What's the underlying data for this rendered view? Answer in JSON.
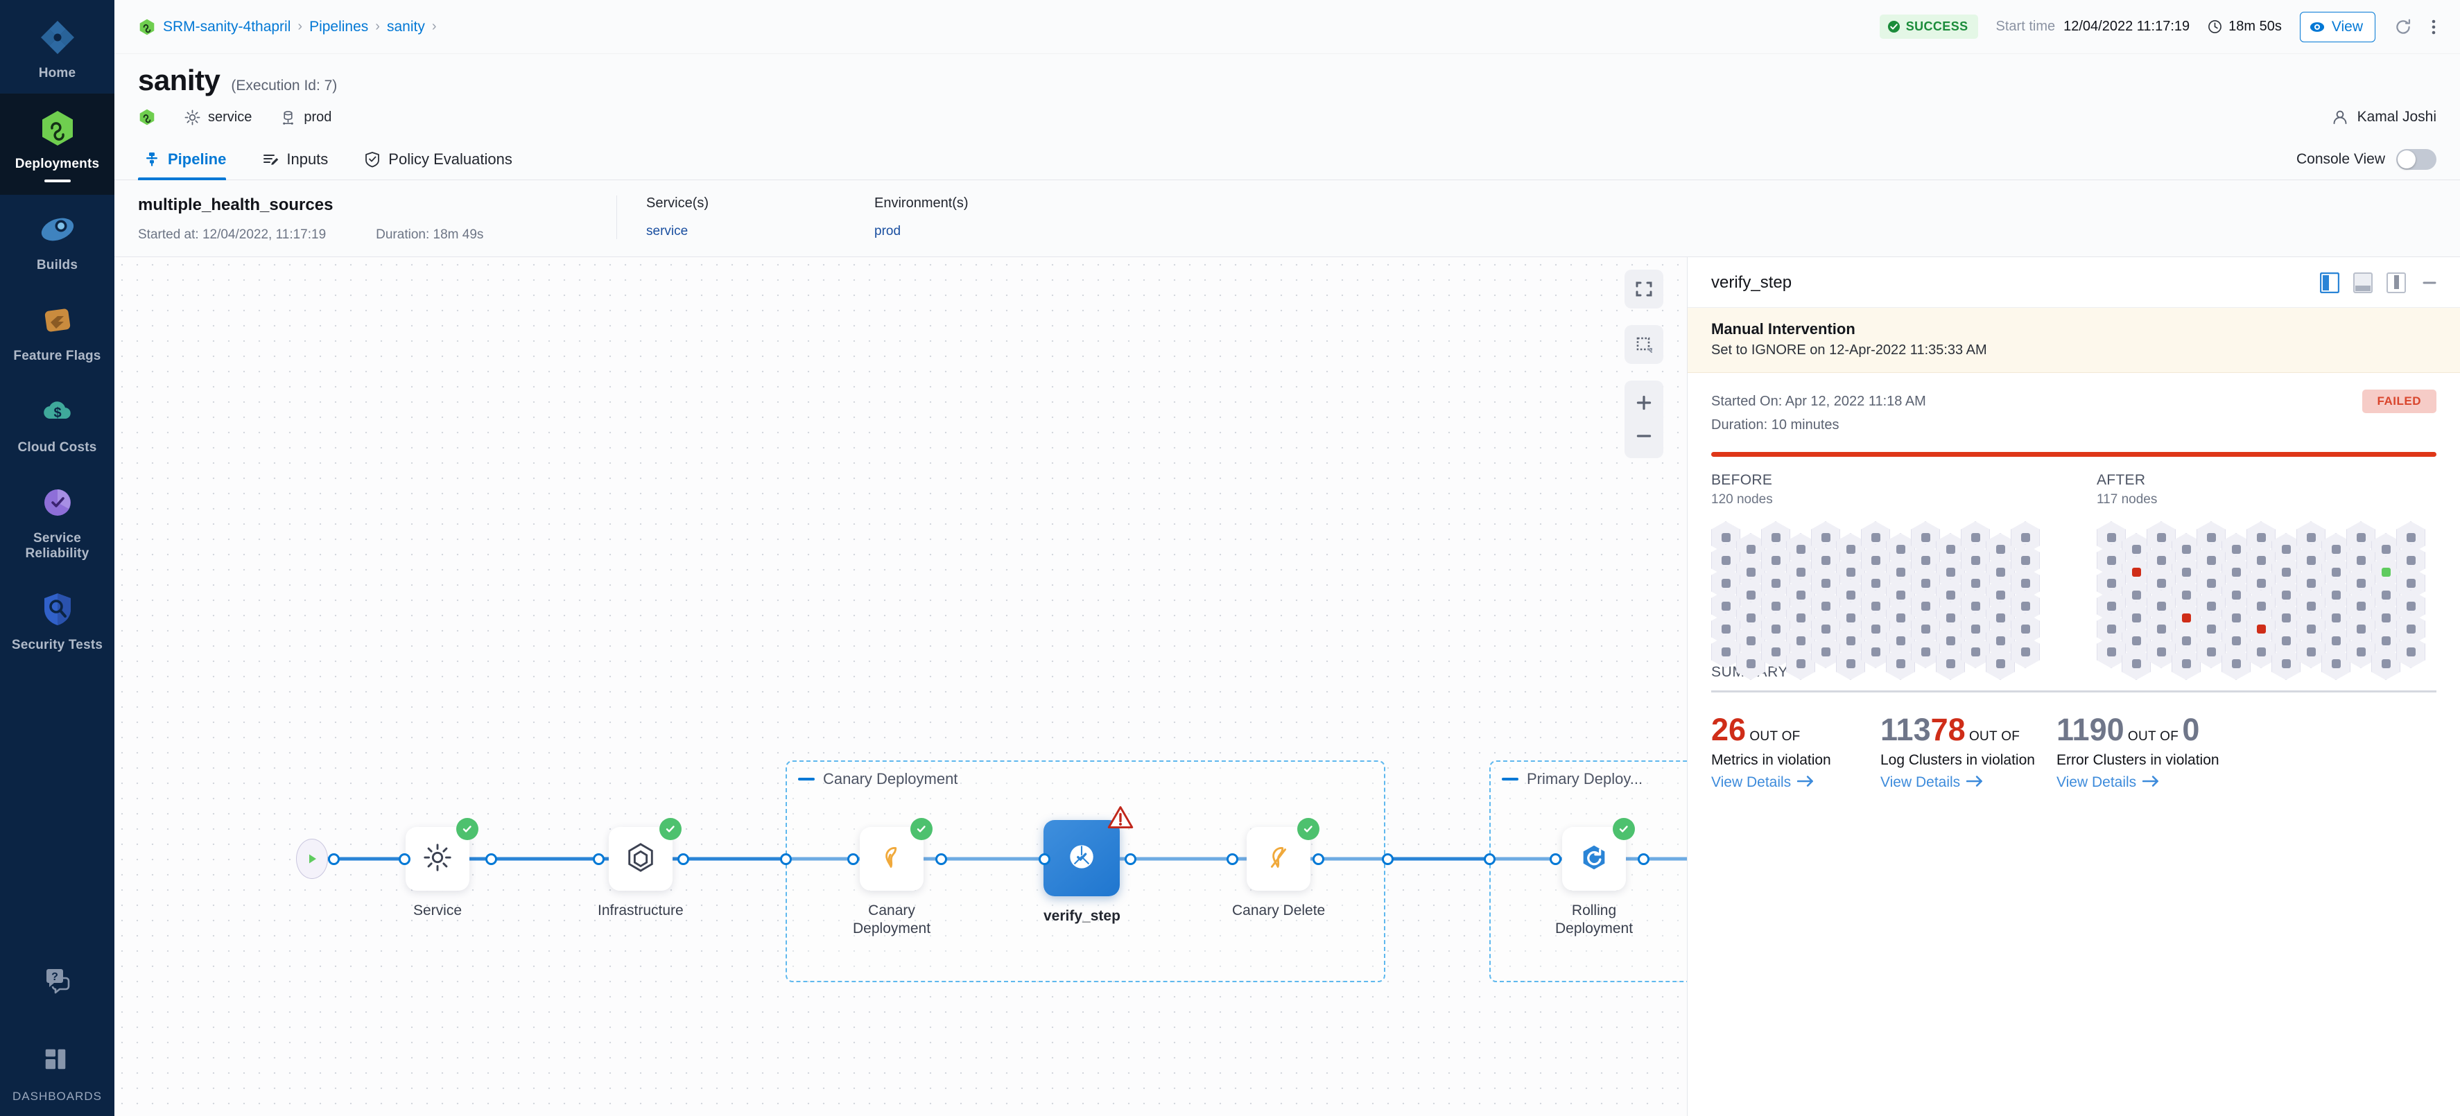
{
  "sidebar": {
    "items": [
      {
        "label": "Home",
        "icon": "home-diamond-icon",
        "active": false
      },
      {
        "label": "Deployments",
        "icon": "deployments-infinity-icon",
        "active": true
      },
      {
        "label": "Builds",
        "icon": "builds-icon",
        "active": false
      },
      {
        "label": "Feature Flags",
        "icon": "feature-flags-icon",
        "active": false
      },
      {
        "label": "Cloud Costs",
        "icon": "cloud-costs-icon",
        "active": false
      },
      {
        "label": "Service Reliability",
        "icon": "service-reliability-icon",
        "active": false
      },
      {
        "label": "Security Tests",
        "icon": "security-tests-shield-icon",
        "active": false
      }
    ],
    "help": {
      "label": "",
      "icon": "help-chat-icon"
    },
    "dashboards": {
      "label": "DASHBOARDS",
      "icon": "dashboards-grid-icon"
    }
  },
  "topbar": {
    "breadcrumbs": [
      {
        "label": "SRM-sanity-4thapril",
        "icon": "project-infinity-icon"
      },
      {
        "label": "Pipelines"
      },
      {
        "label": "sanity"
      }
    ],
    "status_badge": "SUCCESS",
    "start_time_label": "Start time",
    "start_time_value": "12/04/2022 11:17:19",
    "duration": "18m 50s",
    "view_button": "View",
    "refresh_icon": "refresh-icon",
    "more_icon": "more-vertical-icon",
    "colors": {
      "success": "#1b8c3a",
      "success_bg": "#e4f7e6",
      "link": "#0278d5"
    }
  },
  "header": {
    "title": "sanity",
    "execution_id": "(Execution Id: 7)",
    "service_chip": "service",
    "env_chip": "prod",
    "user_name": "Kamal Joshi"
  },
  "tabs": [
    {
      "label": "Pipeline",
      "icon": "pipeline-icon",
      "active": true
    },
    {
      "label": "Inputs",
      "icon": "inputs-icon",
      "active": false
    },
    {
      "label": "Policy Evaluations",
      "icon": "policy-shield-icon",
      "active": false
    }
  ],
  "console_view": {
    "label": "Console View",
    "enabled": false
  },
  "stage": {
    "name": "multiple_health_sources",
    "started_at": "Started at: 12/04/2022, 11:17:19",
    "duration": "Duration: 18m 49s",
    "services_head": "Service(s)",
    "services_value": "service",
    "environments_head": "Environment(s)",
    "environments_value": "prod"
  },
  "canvas": {
    "tools": [
      {
        "name": "fit-screen-icon"
      },
      {
        "name": "select-area-icon"
      },
      {
        "name": "zoom-in-icon"
      },
      {
        "name": "zoom-out-icon"
      }
    ],
    "groups": [
      {
        "label": "Canary Deployment"
      },
      {
        "label": "Primary Deploy..."
      }
    ],
    "nodes": [
      {
        "label": "Service",
        "icon": "gear-icon",
        "status": "success",
        "selected": false
      },
      {
        "label": "Infrastructure",
        "icon": "infrastructure-hexagon-icon",
        "status": "success",
        "selected": false
      },
      {
        "label": "Canary\nDeployment",
        "icon": "canary-bird-icon",
        "status": "success",
        "selected": false
      },
      {
        "label": "verify_step",
        "icon": "verify-icon",
        "status": "warning",
        "selected": true
      },
      {
        "label": "Canary Delete",
        "icon": "canary-delete-icon",
        "status": "success",
        "selected": false
      },
      {
        "label": "Rolling\nDeployment",
        "icon": "rolling-deployment-icon",
        "status": "success",
        "selected": false
      }
    ]
  },
  "detail": {
    "title": "verify_step",
    "layout_icons": [
      "panel-right-icon",
      "panel-bottom-icon",
      "panel-left-icon",
      "minimize-icon"
    ],
    "banner": {
      "title": "Manual Intervention",
      "subtitle": "Set to IGNORE on 12-Apr-2022 11:35:33 AM"
    },
    "started_on": "Started On: Apr 12, 2022 11:18 AM",
    "duration": "Duration: 10 minutes",
    "status_pill": "FAILED",
    "before": {
      "title": "BEFORE",
      "nodes_label": "120 nodes",
      "count": 120
    },
    "after": {
      "title": "AFTER",
      "nodes_label": "117 nodes",
      "count": 117
    },
    "summary_head": "SUMMARY",
    "metrics": [
      {
        "value": "26",
        "value_color": "red",
        "out_of": "OUT OF",
        "total": "",
        "total_color": "",
        "description": "Metrics in violation",
        "link": "View Details"
      },
      {
        "value": "113",
        "value_color": "gray",
        "out_of": "",
        "total": "78",
        "total_color": "red",
        "suffix": "OUT OF",
        "description": "Log Clusters in violation",
        "link": ""
      },
      {
        "value": "1190",
        "value_color": "gray",
        "out_of": "OUT OF",
        "total": "0",
        "total_color": "gray",
        "description": "Error Clusters in violation",
        "link": "View Details"
      }
    ],
    "metrics_link_2": "View Details",
    "colors": {
      "violation": "#cf2d18",
      "neutral": "#6f7689",
      "failed_bg": "#f6ccc7",
      "failed_fg": "#d9452c"
    }
  }
}
